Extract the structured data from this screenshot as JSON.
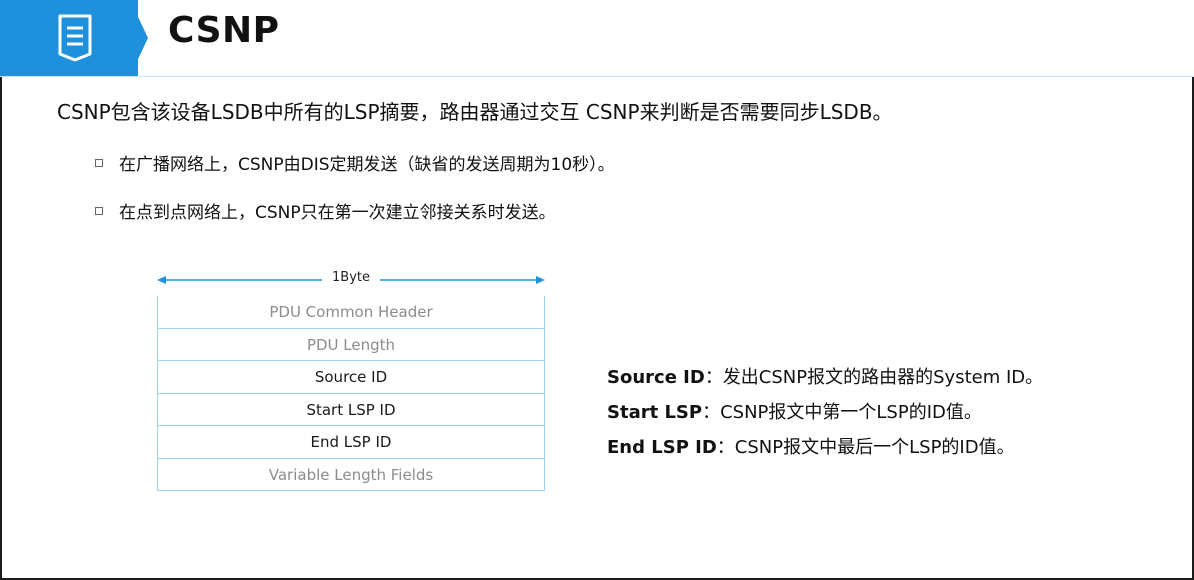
{
  "header": {
    "title": "CSNP",
    "accent_color": "#1f90dc",
    "icon": "document-list-icon"
  },
  "intro": "CSNP包含该设备LSDB中所有的LSP摘要，路由器通过交互 CSNP来判断是否需要同步LSDB。",
  "bullets": [
    "在广播网络上，CSNP由DIS定期发送（缺省的发送周期为10秒）。",
    "在点到点网络上，CSNP只在第一次建立邻接关系时发送。"
  ],
  "pdu_diagram": {
    "width_label": "1Byte",
    "fields": [
      "PDU Common Header",
      "PDU Length",
      "Source ID",
      "Start LSP ID",
      "End LSP ID",
      "Variable Length Fields"
    ],
    "border_color": "#9fd0ef"
  },
  "descriptions": [
    {
      "term": "Source ID",
      "text": "：发出CSNP报文的路由器的System ID。"
    },
    {
      "term": "Start LSP",
      "text": "：CSNP报文中第一个LSP的ID值。"
    },
    {
      "term": "End LSP ID",
      "text": "：CSNP报文中最后一个LSP的ID值。"
    }
  ]
}
